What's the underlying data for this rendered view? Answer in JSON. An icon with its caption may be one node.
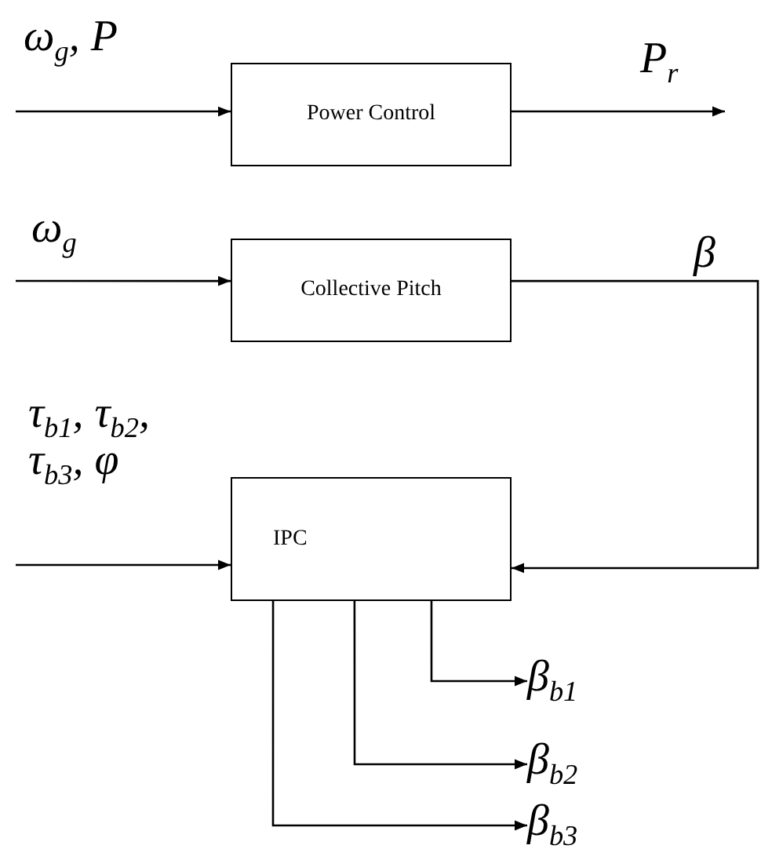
{
  "diagram": {
    "nodes": [
      {
        "text": [
          "Power Control"
        ]
      },
      {
        "text": [
          "Collective Pitch"
        ]
      },
      {
        "text": [
          "IPC"
        ]
      },
      {
        "text": [
          "β$_{b1}$"
        ]
      },
      {
        "text": [
          "β$_{b2}$"
        ]
      },
      {
        "text": [
          "β$_{b3}$"
        ]
      }
    ],
    "edges": [
      {
        "from": null,
        "to": 0,
        "arrow": "to"
      },
      {
        "from": 0,
        "to": null,
        "arrow": "to"
      },
      {
        "from": null,
        "to": 1,
        "arrow": "to"
      },
      {
        "from": 1,
        "to": 2,
        "arrow": "to",
        "label": "β"
      },
      {
        "from": null,
        "to": 2,
        "arrow": "to"
      },
      {
        "from": 2,
        "to": 3,
        "arrow": "to"
      },
      {
        "from": 2,
        "to": 4,
        "arrow": "to"
      },
      {
        "from": 2,
        "to": 5,
        "arrow": "to"
      }
    ],
    "labels": [
      "ω$_{g}$, P",
      "P$_{r}$",
      "ω$_{g}$",
      "τ$_{b1}$, τ$_{b2}$,",
      "τ$_{b3}$, φ"
    ]
  }
}
